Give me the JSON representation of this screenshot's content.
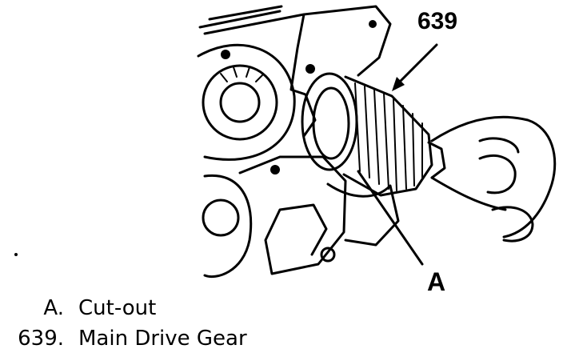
{
  "callouts": {
    "part_number": "639",
    "cutout_letter": "A"
  },
  "legend": [
    {
      "key": "A.",
      "text": "Cut-out"
    },
    {
      "key": "639.",
      "text": "Main Drive Gear"
    }
  ],
  "colors": {
    "ink": "#000000",
    "paper": "#ffffff"
  }
}
